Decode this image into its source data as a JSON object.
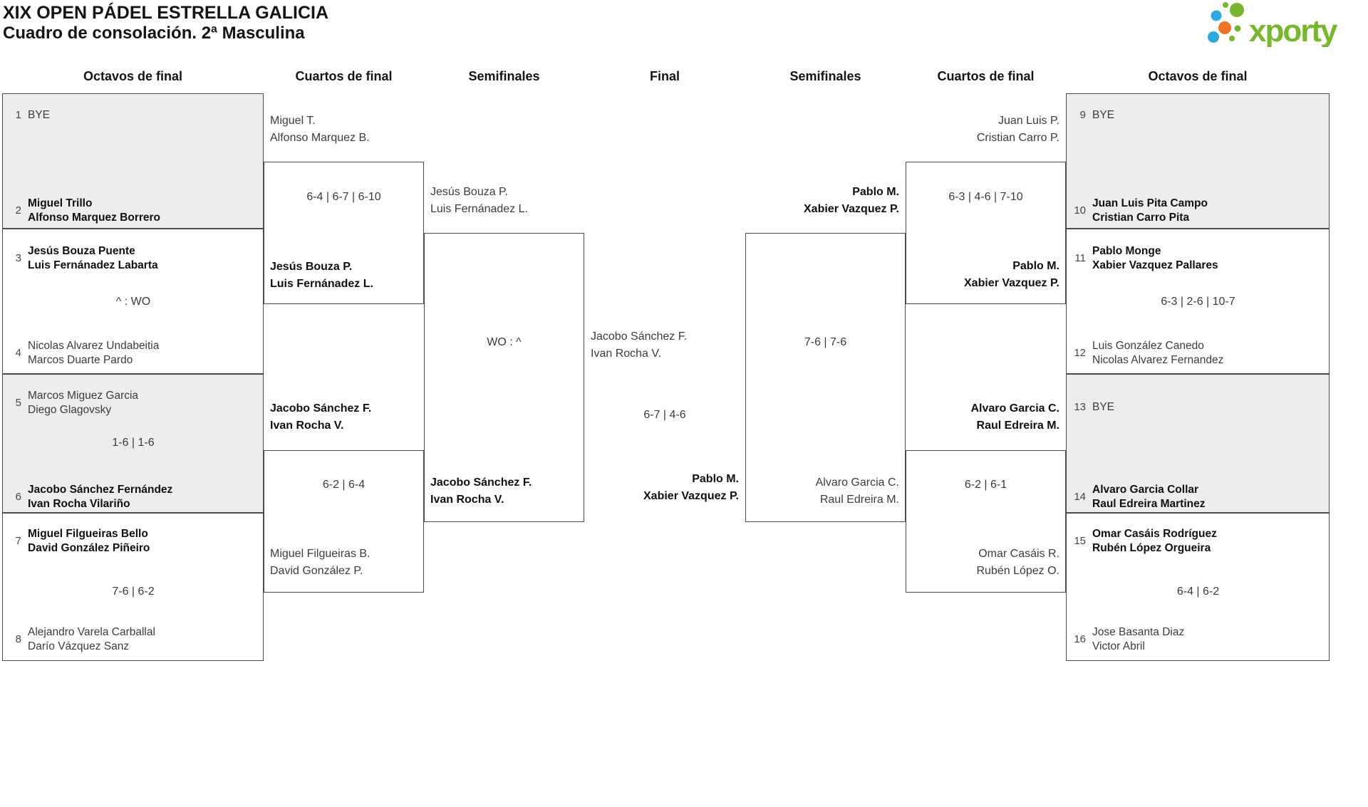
{
  "title": {
    "line1": "XIX OPEN PÁDEL ESTRELLA GALICIA",
    "line2": "Cuadro de consolación. 2ª Masculina"
  },
  "logo": {
    "text": "xporty"
  },
  "rounds": [
    "Octavos de final",
    "Cuartos de final",
    "Semifinales",
    "Final",
    "Semifinales",
    "Cuartos de final",
    "Octavos de final"
  ],
  "octavos_left": {
    "m1": {
      "seed_top": "1",
      "top1": "BYE",
      "seed_bot": "2",
      "bot1": "Miguel Trillo",
      "bot2": "Alfonso Marquez Borrero"
    },
    "m2": {
      "seed_top": "3",
      "top1": "Jesús Bouza Puente",
      "top2": "Luis Fernánadez Labarta",
      "score": "^ : WO",
      "seed_bot": "4",
      "bot1": "Nicolas Alvarez Undabeitia",
      "bot2": "Marcos Duarte Pardo"
    },
    "m3": {
      "seed_top": "5",
      "top1": "Marcos Miguez Garcia",
      "top2": "Diego Glagovsky",
      "score": "1-6 | 1-6",
      "seed_bot": "6",
      "bot1": "Jacobo Sánchez Fernández",
      "bot2": "Ivan Rocha Vilariño"
    },
    "m4": {
      "seed_top": "7",
      "top1": "Miguel Filgueiras Bello",
      "top2": "David González Piñeiro",
      "score": "7-6 | 6-2",
      "seed_bot": "8",
      "bot1": "Alejandro Varela Carballal",
      "bot2": "Darío Vázquez Sanz"
    }
  },
  "cuartos_left": {
    "m1": {
      "top1": "Miguel T.",
      "top2": "Alfonso Marquez B.",
      "score": "6-4 | 6-7 | 6-10",
      "bot1": "Jesús Bouza P.",
      "bot2": "Luis Fernánadez L."
    },
    "m2": {
      "top1": "Jacobo Sánchez F.",
      "top2": "Ivan Rocha V.",
      "score": "6-2 | 6-4",
      "bot1": "Miguel Filgueiras B.",
      "bot2": "David González P."
    }
  },
  "semifinal_left": {
    "top1": "Jesús Bouza P.",
    "top2": "Luis Fernánadez L.",
    "score": "WO : ^",
    "bot1": "Jacobo Sánchez F.",
    "bot2": "Ivan Rocha V."
  },
  "final": {
    "top1": "Jacobo Sánchez F.",
    "top2": "Ivan Rocha V.",
    "score": "6-7 | 4-6",
    "bot1": "Pablo M.",
    "bot2": "Xabier Vazquez P."
  },
  "semifinal_right": {
    "top1": "Pablo M.",
    "top2": "Xabier Vazquez P.",
    "score": "7-6 | 7-6",
    "bot1": "Alvaro Garcia C.",
    "bot2": "Raul Edreira M."
  },
  "cuartos_right": {
    "m1": {
      "top1": "Juan Luis P.",
      "top2": "Cristian Carro P.",
      "score": "6-3 | 4-6 | 7-10",
      "bot1": "Pablo M.",
      "bot2": "Xabier Vazquez P."
    },
    "m2": {
      "top1": "Alvaro Garcia C.",
      "top2": "Raul Edreira M.",
      "score": "6-2 | 6-1",
      "bot1": "Omar Casáis R.",
      "bot2": "Rubén López O."
    }
  },
  "octavos_right": {
    "m1": {
      "seed_top": "9",
      "top1": "BYE",
      "seed_bot": "10",
      "bot1": "Juan Luis Pita Campo",
      "bot2": "Cristian Carro Pita"
    },
    "m2": {
      "seed_top": "11",
      "top1": "Pablo Monge",
      "top2": "Xabier Vazquez Pallares",
      "score": "6-3 | 2-6 | 10-7",
      "seed_bot": "12",
      "bot1": "Luis González Canedo",
      "bot2": "Nicolas Alvarez Fernandez"
    },
    "m3": {
      "seed_top": "13",
      "top1": "BYE",
      "seed_bot": "14",
      "bot1": "Alvaro Garcia Collar",
      "bot2": "Raul Edreira Martinez"
    },
    "m4": {
      "seed_top": "15",
      "top1": "Omar Casáis Rodríguez",
      "top2": "Rubén López Orgueira",
      "score": "6-4 | 6-2",
      "seed_bot": "16",
      "bot1": "Jose Basanta Diaz",
      "bot2": "Victor Abril"
    }
  },
  "colors": {
    "logo_green": "#76b82a",
    "logo_blue": "#2ba9e0",
    "logo_orange": "#ee7623",
    "shaded_box": "#ededed",
    "border": "#4b4b4b",
    "text": "#3c3c3c",
    "text_winner": "#101010"
  }
}
